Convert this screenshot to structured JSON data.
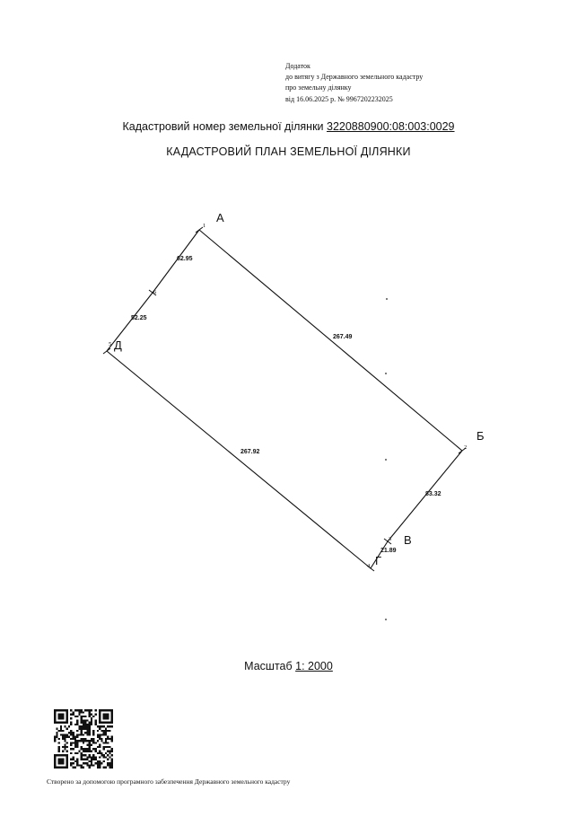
{
  "header": {
    "line1": "Додаток",
    "line2": "до витягу з Державного земельного кадастру",
    "line3": "про земельну ділянку",
    "line4": "від 16.06.2025 р. № 9967202232025"
  },
  "cadastral": {
    "label": "Кадастровий номер земельної ділянки",
    "number": "3220880900:08:003:0029"
  },
  "plan_title": "КАДАСТРОВИЙ ПЛАН ЗЕМЕЛЬНОЇ ДІЛЯНКИ",
  "corners": [
    "А",
    "Б",
    "В",
    "Г",
    "Д"
  ],
  "vertex_numbers": [
    "1",
    "2",
    "3",
    "4",
    "5",
    "6"
  ],
  "distances": [
    "62.95",
    "52.25",
    "267.49",
    "267.92",
    "83.32",
    "21.89"
  ],
  "scale": {
    "label": "Масштаб",
    "value": "1: 2000"
  },
  "footer": "Створено за допомогою програмного забезпечення Державного земельного кадастру"
}
